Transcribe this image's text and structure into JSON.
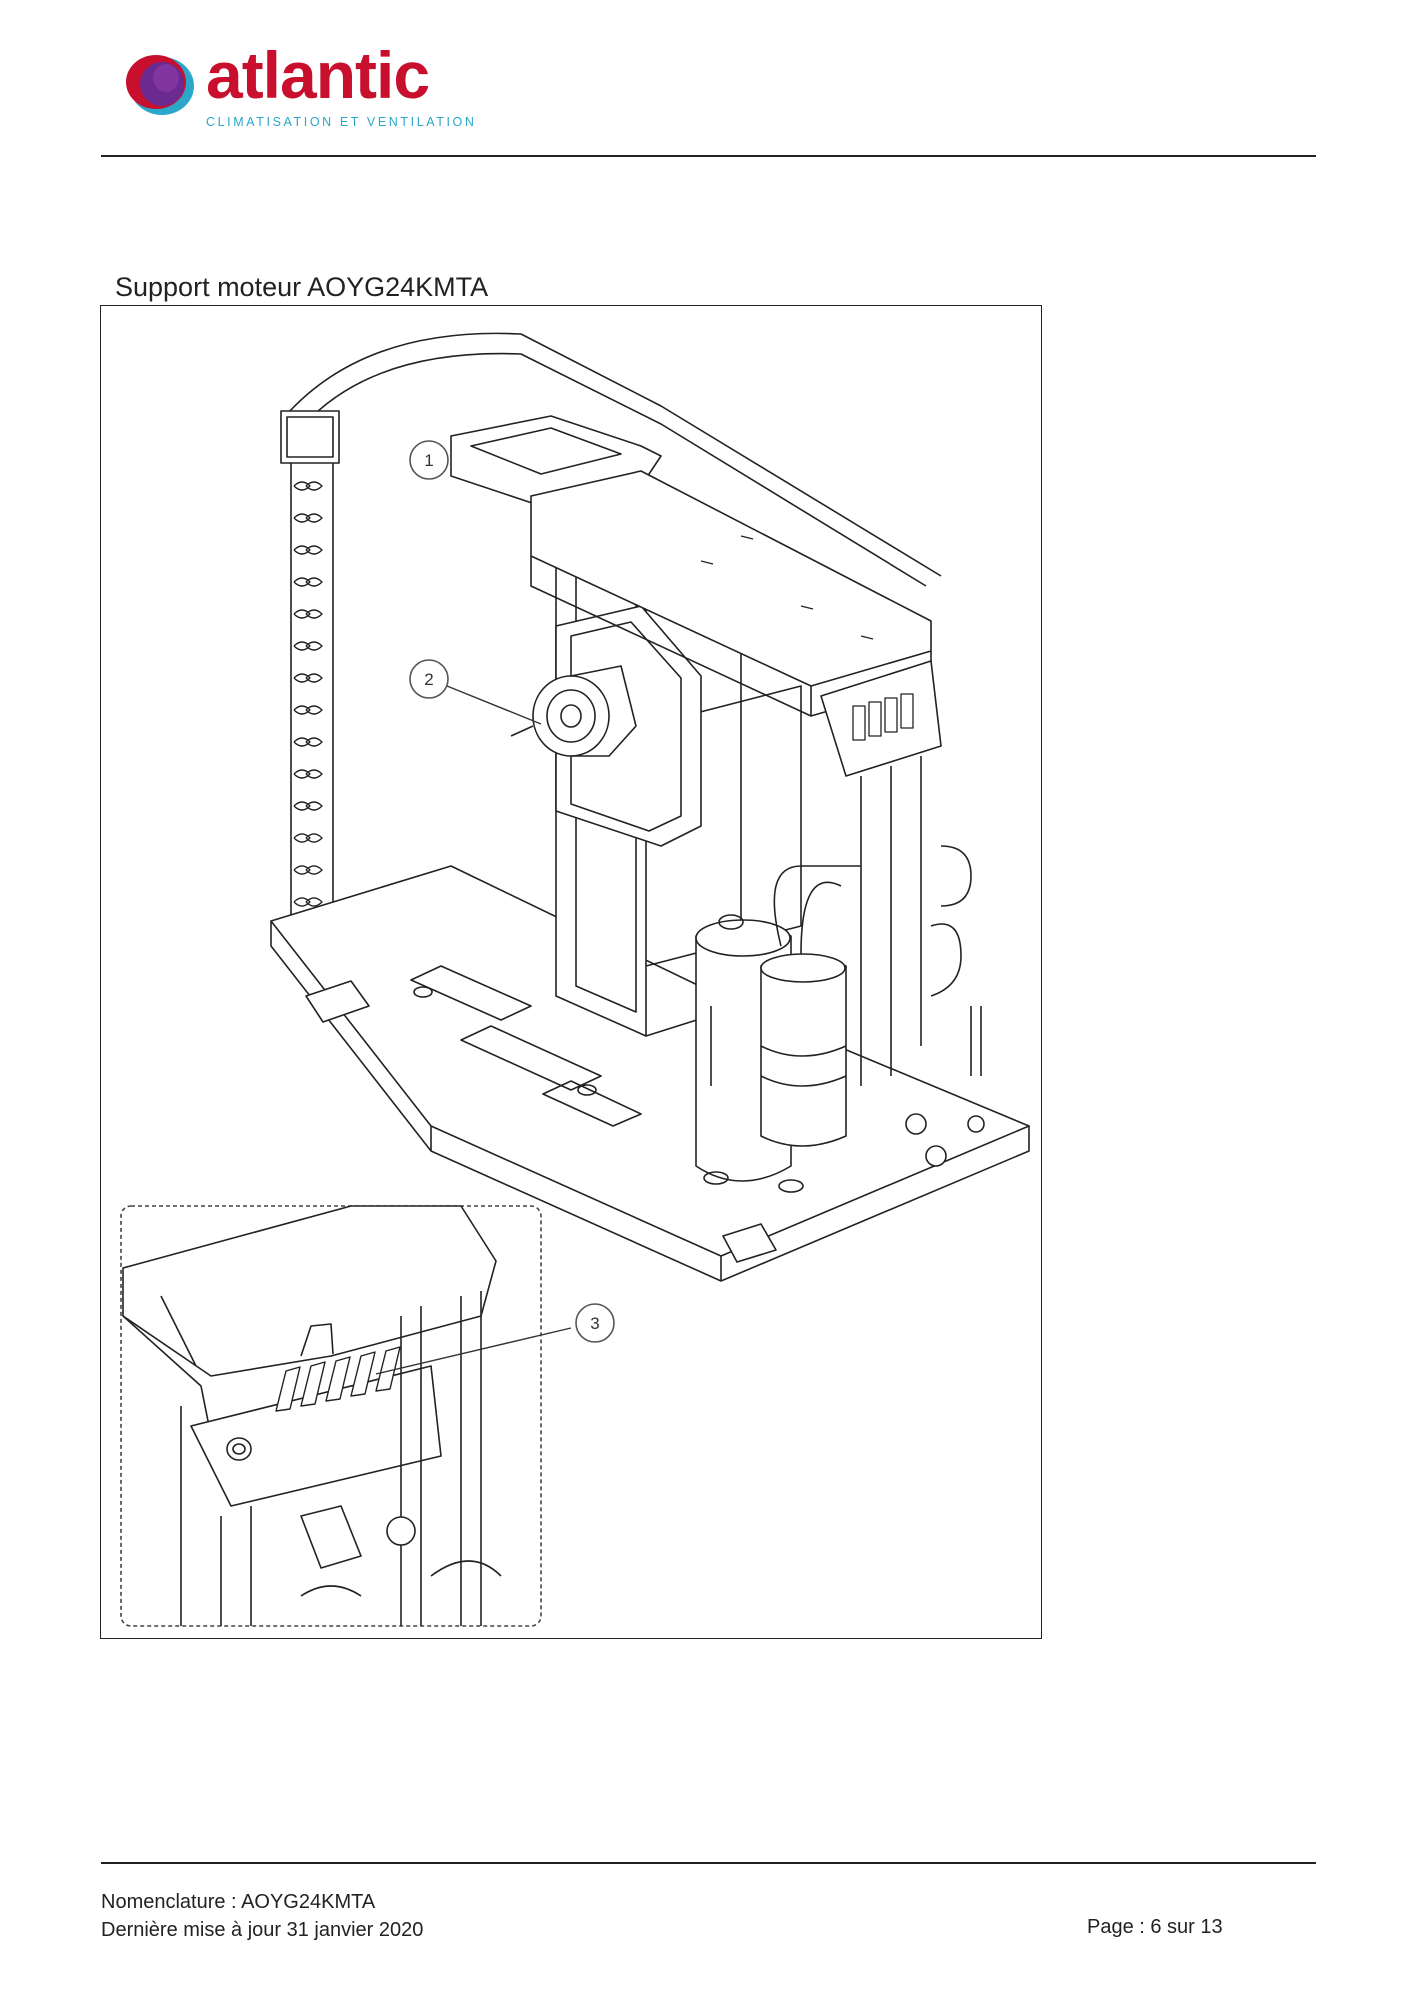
{
  "header": {
    "brand": "atlantic",
    "tagline": "CLIMATISATION ET VENTILATION",
    "colors": {
      "brand_red": "#c8102e",
      "brand_blue": "#2aa7c9",
      "brand_purple": "#6b2a8f"
    }
  },
  "main": {
    "section_title": "Support moteur AOYG24KMTA",
    "callouts": [
      {
        "label": "1"
      },
      {
        "label": "2"
      },
      {
        "label": "3"
      }
    ]
  },
  "footer": {
    "line1": "Nomenclature : AOYG24KMTA",
    "line2": "Dernière mise à jour 31 janvier 2020",
    "page": "Page : 6 sur 13"
  }
}
